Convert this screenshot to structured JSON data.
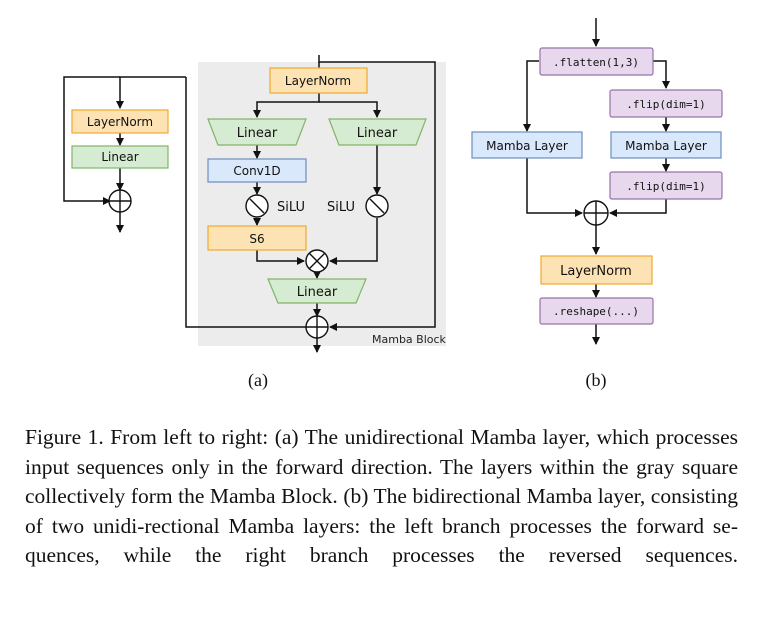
{
  "colors": {
    "layernorm_fill": "#fde3b4",
    "layernorm_stroke": "#f0a830",
    "linear_fill": "#d6ecd2",
    "linear_stroke": "#82b366",
    "blue_fill": "#dae8fc",
    "blue_stroke": "#6c8ebf",
    "purple_fill": "#e7d8ee",
    "purple_stroke": "#9673a6",
    "block_bg": "#ececec"
  },
  "panel_a": {
    "outer_layernorm": "LayerNorm",
    "outer_linear": "Linear",
    "layernorm": "LayerNorm",
    "linear_left": "Linear",
    "linear_right": "Linear",
    "conv1d": "Conv1D",
    "silu_left": "SiLU",
    "silu_right": "SiLU",
    "s6": "S6",
    "linear_out": "Linear",
    "block_label": "Mamba Block",
    "sublabel": "(a)"
  },
  "panel_b": {
    "flatten": ".flatten(1,3)",
    "flip_top": ".flip(dim=1)",
    "mamba_left": "Mamba Layer",
    "mamba_right": "Mamba Layer",
    "flip_bottom": ".flip(dim=1)",
    "layernorm": "LayerNorm",
    "reshape": ".reshape(...)",
    "sublabel": "(b)"
  },
  "caption": "Figure 1. From left to right: (a) The unidirectional Mamba layer, which processes input sequences only in the forward direction. The layers within the gray square collectively form the Mamba Block. (b) The bidirectional Mamba layer, consisting of two unidi-rectional Mamba layers: the left branch processes the forward se-quences, while the right branch processes the reversed sequences."
}
